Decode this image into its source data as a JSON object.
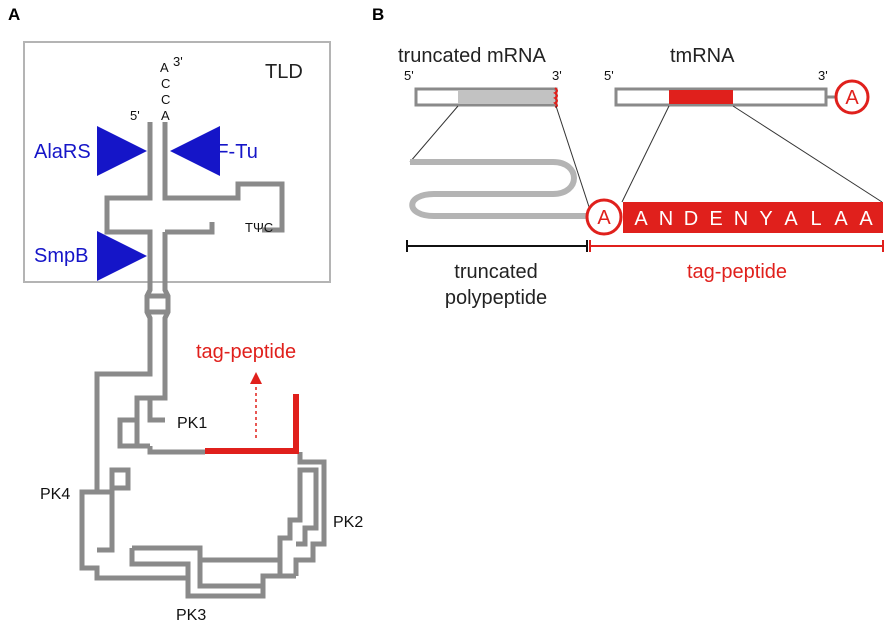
{
  "panel_a": {
    "letter": "A",
    "tld_label": "TLD",
    "five_prime": "5'",
    "three_prime": "3'",
    "acca": [
      "A",
      "C",
      "C",
      "A"
    ],
    "alars": "AlaRS",
    "eftu": "EF-Tu",
    "smpb": "SmpB",
    "tpsic": "TΨC",
    "tag_peptide": "tag-peptide",
    "pk1": "PK1",
    "pk2": "PK2",
    "pk3": "PK3",
    "pk4": "PK4"
  },
  "panel_b": {
    "letter": "B",
    "truncated_mrna": "truncated mRNA",
    "tmrna": "tmRNA",
    "mrna_5": "5'",
    "mrna_3": "3'",
    "tm_5": "5'",
    "tm_3": "3'",
    "alanine": "A",
    "alanine_left": "A",
    "sequence": "ANDENYALAA",
    "truncated_polypeptide_1": "truncated",
    "truncated_polypeptide_2": "polypeptide",
    "tag_peptide": "tag-peptide"
  },
  "colors": {
    "gray": "#8a8a8a",
    "red": "#e0201c",
    "blue": "#1515c8",
    "box": "#b4b4b4"
  }
}
